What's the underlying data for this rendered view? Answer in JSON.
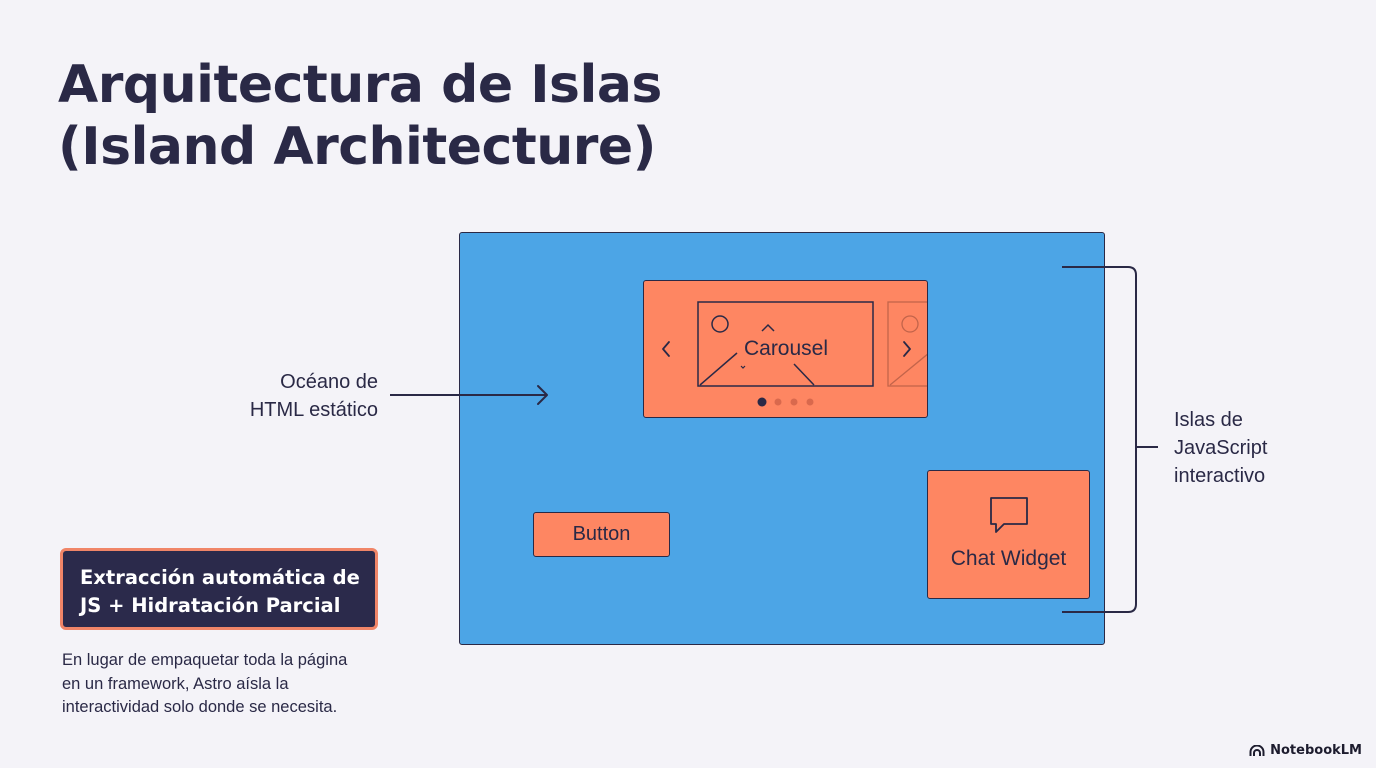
{
  "title": {
    "line1": "Arquitectura de Islas",
    "line2": "(Island Architecture)"
  },
  "diagram": {
    "ocean_label_line1": "Océano de",
    "ocean_label_line2": "HTML estático",
    "islands_label_line1": "Islas de",
    "islands_label_line2": "JavaScript",
    "islands_label_line3": "interactivo",
    "carousel_label": "Carousel",
    "button_label": "Button",
    "chat_label": "Chat Widget",
    "carousel_dots": 4,
    "carousel_active_dot": 1,
    "icons": [
      "chevron-left-icon",
      "chevron-right-icon",
      "image-icon",
      "chat-bubble-icon"
    ]
  },
  "highlight": {
    "line1": "Extracción automática de",
    "line2": "JS + Hidratación Parcial"
  },
  "description": {
    "line1": "En lugar de empaquetar toda la página",
    "line2": "en un framework, Astro aísla la",
    "line3": "interactividad solo donde se necesita."
  },
  "brand": "NotebookLM",
  "colors": {
    "ocean": "#4ca5e6",
    "island": "#fe8662",
    "ink": "#2a2946",
    "highlight_bg": "#2b2a4b",
    "highlight_border": "#f08568",
    "background": "#f4f3f8"
  }
}
